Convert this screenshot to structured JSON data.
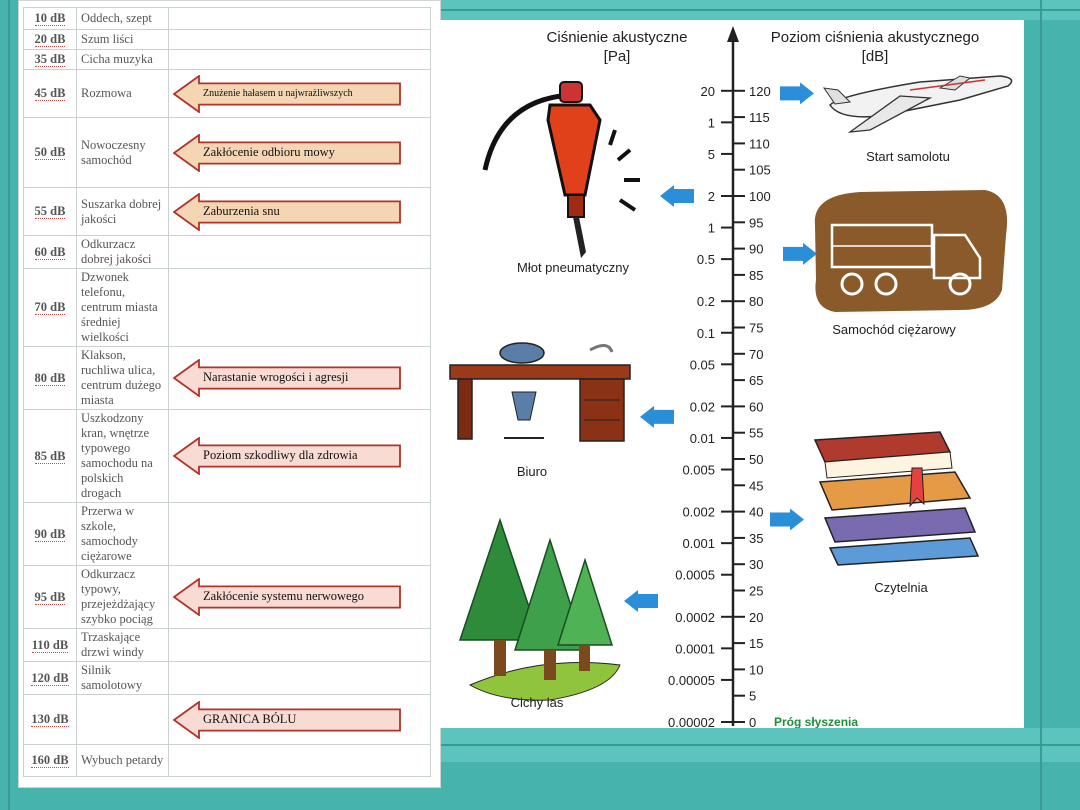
{
  "table": {
    "rows": [
      {
        "db": "10 dB",
        "desc": "Oddech, szept",
        "h": 22
      },
      {
        "db": "20 dB",
        "desc": "Szum liści",
        "h": 20
      },
      {
        "db": "35 dB",
        "desc": "Cicha muzyka",
        "h": 20
      },
      {
        "db": "45 dB",
        "desc": "Rozmowa",
        "h": 48
      },
      {
        "db": "50 dB",
        "desc": "Nowoczesny samochód",
        "h": 70
      },
      {
        "db": "55 dB",
        "desc": "Suszarka dobrej jakości",
        "h": 48
      },
      {
        "db": "60 dB",
        "desc": "Odkurzacz dobrej jakości",
        "h": 30
      },
      {
        "db": "70 dB",
        "desc": "Dzwonek telefonu, centrum miasta średniej wielkości",
        "h": 78
      },
      {
        "db": "80 dB",
        "desc": "Klakson, ruchliwa ulica, centrum dużego miasta",
        "h": 62
      },
      {
        "db": "85 dB",
        "desc": "Uszkodzony kran, wnętrze typowego samochodu na polskich drogach",
        "h": 92
      },
      {
        "db": "90 dB",
        "desc": "Przerwa w szkole, samochody ciężarowe",
        "h": 62
      },
      {
        "db": "95 dB",
        "desc": "Odkurzacz typowy, przejeżdżający szybko pociąg",
        "h": 62
      },
      {
        "db": "110 dB",
        "desc": "Trzaskające drzwi windy",
        "h": 30
      },
      {
        "db": "120 dB",
        "desc": "Silnik samolotowy",
        "h": 30
      },
      {
        "db": "130 dB",
        "desc": "",
        "h": 50
      },
      {
        "db": "160 dB",
        "desc": "Wybuch petardy",
        "h": 32
      }
    ],
    "effects": [
      {
        "row": 3,
        "text": "Znużenie hałasem  u najwrażliwszych",
        "color": "#f5d6b4",
        "small": true
      },
      {
        "row": 4,
        "text": "Zakłócenie odbioru mowy",
        "color": "#f5d6b4"
      },
      {
        "row": 5,
        "text": "Zaburzenia snu",
        "color": "#f5d6b4"
      },
      {
        "row": 8,
        "text": "Narastanie wrogości i agresji",
        "color": "#f8dcd4"
      },
      {
        "row": 9,
        "text": "Poziom szkodliwy dla zdrowia",
        "color": "#f8dcd4"
      },
      {
        "row": 11,
        "text": "Zakłócenie systemu nerwowego",
        "color": "#f8dcd4"
      },
      {
        "row": 14,
        "text": "GRANICA BÓLU",
        "color": "#f8dcd4"
      }
    ]
  },
  "scale": {
    "header_left": "Ciśnienie akustyczne",
    "header_left_unit": "[Pa]",
    "header_right": "Poziom ciśnienia akustycznego",
    "header_right_unit": "[dB]",
    "pa_ticks": [
      {
        "db": 120,
        "label": "20"
      },
      {
        "db": 114,
        "label": "1"
      },
      {
        "db": 108,
        "label": "5"
      },
      {
        "db": 100,
        "label": "2"
      },
      {
        "db": 94,
        "label": "1"
      },
      {
        "db": 88,
        "label": "0.5"
      },
      {
        "db": 80,
        "label": "0.2"
      },
      {
        "db": 74,
        "label": "0.1"
      },
      {
        "db": 68,
        "label": "0.05"
      },
      {
        "db": 60,
        "label": "0.02"
      },
      {
        "db": 54,
        "label": "0.01"
      },
      {
        "db": 48,
        "label": "0.005"
      },
      {
        "db": 40,
        "label": "0.002"
      },
      {
        "db": 34,
        "label": "0.001"
      },
      {
        "db": 28,
        "label": "0.0005"
      },
      {
        "db": 20,
        "label": "0.0002"
      },
      {
        "db": 14,
        "label": "0.0001"
      },
      {
        "db": 8,
        "label": "0.00005"
      },
      {
        "db": 0,
        "label": "0.00002"
      }
    ],
    "db_labels": [
      "120",
      "115",
      "110",
      "105",
      "100",
      "95",
      "90",
      "85",
      "80",
      "75",
      "70",
      "65",
      "60",
      "55",
      "50",
      "45",
      "40",
      "35",
      "30",
      "25",
      "20",
      "15",
      "10",
      "5",
      "0"
    ],
    "threshold_label": "Próg słyszenia",
    "threshold_color": "#1b8f3a",
    "items": [
      {
        "label": "Start samolotu"
      },
      {
        "label": "Młot pneumatyczny"
      },
      {
        "label": "Samochód ciężarowy"
      },
      {
        "label": "Biuro"
      },
      {
        "label": "Czytelnia"
      },
      {
        "label": "Cichy las"
      }
    ]
  },
  "colors": {
    "pointer": "#2a8ed8",
    "db_text": "#1c2f80",
    "background": "#46b3ad"
  }
}
